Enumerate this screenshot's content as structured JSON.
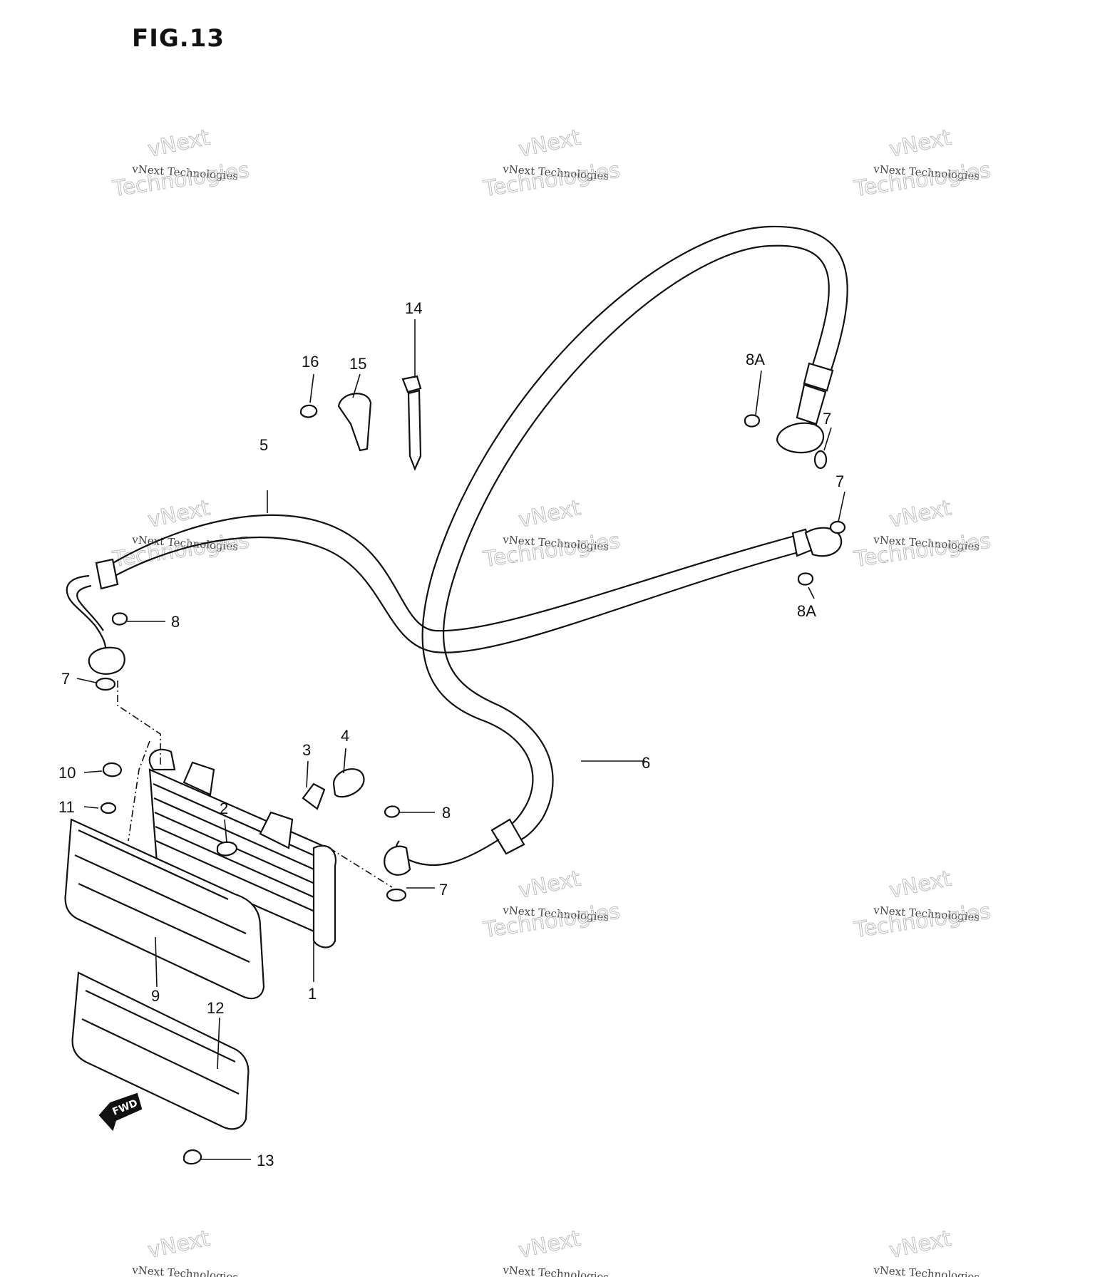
{
  "figure": {
    "title": "FIG.13"
  },
  "watermark": {
    "line": "vNext Technologies",
    "big_top": "vNext",
    "big_bottom": "Technologies"
  },
  "direction_marker": {
    "label": "FWD"
  },
  "callouts": {
    "c1": "1",
    "c2": "2",
    "c3": "3",
    "c4": "4",
    "c5": "5",
    "c6": "6",
    "c7a": "7",
    "c7b": "7",
    "c7c": "7",
    "c7d": "7",
    "c8a": "8",
    "c8b": "8",
    "c8Aa": "8A",
    "c8Ab": "8A",
    "c9": "9",
    "c10": "10",
    "c11": "11",
    "c12": "12",
    "c13": "13",
    "c14": "14",
    "c15": "15",
    "c16": "16"
  }
}
